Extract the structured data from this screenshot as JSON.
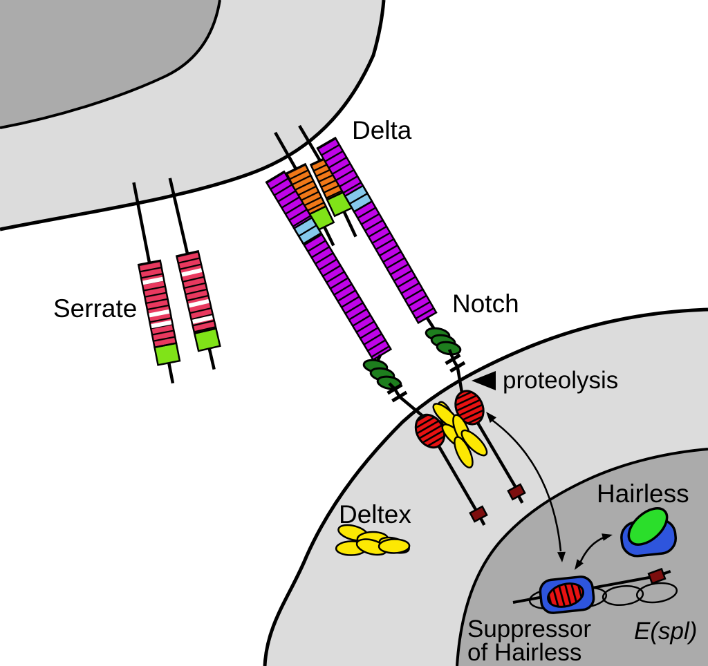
{
  "diagram": {
    "subject": "Notch signaling pathway between two cells",
    "labels": {
      "delta": "Delta",
      "serrate": "Serrate",
      "notch": "Notch",
      "proteolysis": "proteolysis",
      "deltex": "Deltex",
      "hairless": "Hairless",
      "suppressor_line1": "Suppressor",
      "suppressor_line2": "of Hairless",
      "espl": "E(spl)"
    },
    "colors": {
      "background": "#FFFFFF",
      "cell_gray": "#DCDCDC",
      "nucleus_gray": "#ABABAB",
      "outline": "#000000",
      "notch_bar_purple": "#C004E8",
      "notch_blue_segment": "#85C9EC",
      "delta_bar_orange": "#F07818",
      "serrate_bar_pink": "#E8395F",
      "ligand_tip_green": "#80E318",
      "lnr_dark_green": "#1E7E1E",
      "nicd_red": "#E81212",
      "deltex_yellow": "#FCE803",
      "tail_maroon": "#7D0E0E",
      "su_h_blue": "#2E55DD",
      "hairless_green": "#2BDE2B",
      "serrate_gap_white": "#FFFFFF"
    }
  }
}
